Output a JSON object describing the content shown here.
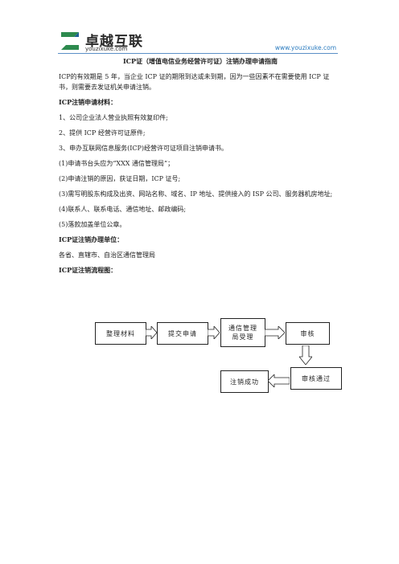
{
  "header": {
    "brand_cn": "卓越互联",
    "brand_en": "youzixuke.com",
    "site_url": "www.youzixuke.com",
    "accent_color": "#5b8fc7"
  },
  "doc": {
    "title": "ICP证（增值电信业务经营许可证）注销办理申请指南",
    "intro": "ICP的有效期是 5 年，当企业 ICP 证的期限到达或未到期，因为一些因素不在需要使用 ICP 证书，则需要去发证机关申请注销。",
    "materials_heading": "ICP注销申请材料：",
    "materials": [
      "1、公司企业法人营业执照有效复印件;",
      "2、提供 ICP 经营许可证原件;",
      "3、申办互联网信息服务(ICP)经营许可证项目注销申请书。",
      "(1)申请书台头应为“XXX 通信管理局”；",
      "(2)申请注销的原因，获证日期，ICP 证号;",
      "(3)需写明股东构成及出资、网站名称、域名、IP 地址、提供接入的 ISP 公司、服务器机房地址;",
      "(4)联系人、联系电话、通信地址、邮政编码;",
      "(5)落款加盖单位公章。"
    ],
    "unit_heading": "ICP证注销办理单位：",
    "unit_text": "各省、直辖市、自治区通信管理局",
    "flow_heading": "ICP证注销流程图："
  },
  "flowchart": {
    "steps": [
      "整理材料",
      "提交申请",
      "通信管理局受理",
      "审核",
      "审核通过",
      "注销成功"
    ]
  }
}
